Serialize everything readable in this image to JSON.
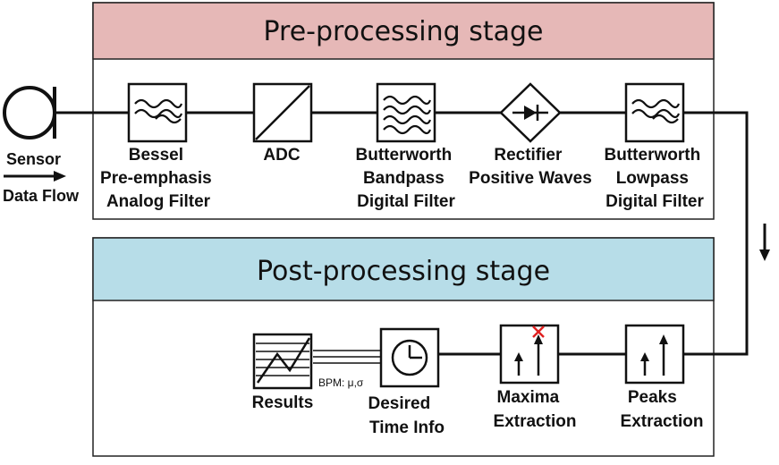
{
  "pre_stage": {
    "title": "Pre-processing stage",
    "header_color": "#e6b8b7"
  },
  "post_stage": {
    "title": "Post-processing stage",
    "header_color": "#b7dde8"
  },
  "sensor": {
    "label": "Sensor",
    "flow_label": "Data Flow"
  },
  "pre_blocks": [
    {
      "icon": "lowpass-filter-icon",
      "lines": [
        "Bessel",
        "Pre-emphasis",
        "Analog Filter"
      ]
    },
    {
      "icon": "adc-icon",
      "lines": [
        "ADC"
      ]
    },
    {
      "icon": "bandpass-filter-icon",
      "lines": [
        "Butterworth",
        "Bandpass",
        "Digital Filter"
      ]
    },
    {
      "icon": "rectifier-diode-icon",
      "lines": [
        "Rectifier",
        "Positive Waves"
      ]
    },
    {
      "icon": "lowpass-filter-icon",
      "lines": [
        "Butterworth",
        "Lowpass",
        "Digital Filter"
      ]
    }
  ],
  "post_blocks": [
    {
      "icon": "chart-icon",
      "lines": [
        "Results"
      ]
    },
    {
      "icon": "clock-icon",
      "lines": [
        "Desired",
        "Time Info"
      ]
    },
    {
      "icon": "maxima-arrows-icon",
      "lines": [
        "Maxima",
        "Extraction"
      ]
    },
    {
      "icon": "peaks-arrows-icon",
      "lines": [
        "Peaks",
        "Extraction"
      ]
    }
  ],
  "bpm_label": "BPM: μ,σ",
  "accent_colors": {
    "cross": "#e02020"
  }
}
